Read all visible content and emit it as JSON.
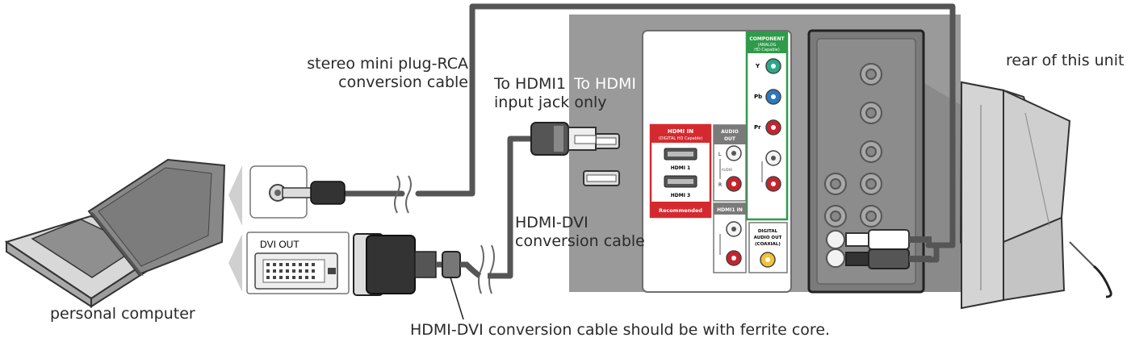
{
  "labels": {
    "stereo_line1": "stereo mini plug-RCA",
    "stereo_line2": "conversion cable",
    "hdmi_line1a": "To HDMI1",
    "hdmi_line1b": "To HDMI",
    "hdmi_line2": "input jack only",
    "rear_unit": "rear of this unit",
    "hdmi_dvi_line1": "HDMI-DVI",
    "hdmi_dvi_line2": "conversion cable",
    "personal_computer": "personal computer",
    "ferrite_note": "HDMI-DVI conversion cable should be with ferrite core.",
    "dvi_out": "DVI OUT"
  },
  "panel": {
    "component_header": "COMPONENT",
    "component_sub1": "(ANALOG",
    "component_sub2": "HD Capable)",
    "y": "Y",
    "pb": "Pb",
    "pr": "Pr",
    "hdmi_in_title": "HDMI IN",
    "hdmi_in_sub": "(DIGITAL HD Capable)",
    "hdmi1": "HDMI 1",
    "hdmi3": "HDMI 3",
    "recommended": "Recommended",
    "audio_out_1": "AUDIO",
    "audio_out_2": "OUT",
    "l": "L",
    "r": "R",
    "audio": "AUDIO",
    "hdmi1_in": "HDMI1 IN",
    "digital1": "DIGITAL",
    "digital2": "AUDIO OUT",
    "digital3": "(COAXIAL)"
  }
}
